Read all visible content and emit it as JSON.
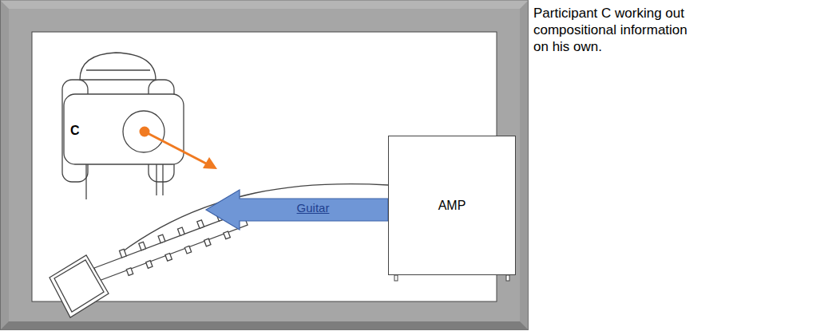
{
  "diagram": {
    "caption": "Participant C working out compositional information on his own.",
    "nodes": [
      {
        "text": [
          "C"
        ]
      },
      {
        "text": [
          "AMP"
        ]
      }
    ],
    "edges": [
      {
        "from": 1,
        "to": 0,
        "arrow": "to",
        "label": "Guitar"
      }
    ]
  }
}
